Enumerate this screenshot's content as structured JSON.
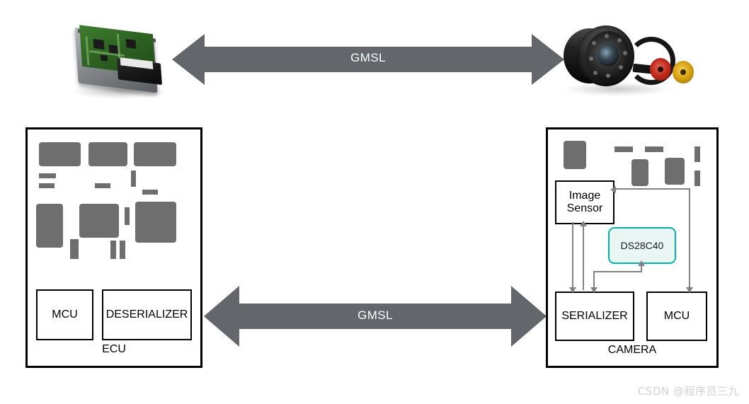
{
  "diagram": {
    "title": "GMSL camera to ECU link block diagram",
    "colors": {
      "arrow_gray": "#63676B",
      "block_gray": "#6E6E6E",
      "wire_gray": "#808285",
      "accent_teal": "#00B3A7",
      "accent_fill": "#E9F6F4",
      "outline_black": "#000000",
      "watermark_gray": "#D2D2D2"
    },
    "links": [
      {
        "id": "top",
        "label": "GMSL",
        "direction": "bidirectional"
      },
      {
        "id": "bottom",
        "label": "GMSL",
        "direction": "bidirectional"
      }
    ],
    "photos": [
      {
        "name": "ecu-module-photo",
        "alt": "Automotive ECU module with green PCB in metal housing"
      },
      {
        "name": "camera-module-photo",
        "alt": "Black cylindrical reverse camera with red and yellow RCA connectors"
      }
    ],
    "ecu": {
      "caption": "ECU",
      "units": [
        {
          "name": "mcu",
          "label": "MCU"
        },
        {
          "name": "deserializer",
          "label": "DESERIALIZER"
        }
      ]
    },
    "camera": {
      "caption": "CAMERA",
      "units": [
        {
          "name": "image-sensor",
          "label_line1": "Image",
          "label_line2": "Sensor"
        },
        {
          "name": "serializer",
          "label": "SERIALIZER"
        },
        {
          "name": "mcu",
          "label": "MCU"
        },
        {
          "name": "ds28c40",
          "label": "DS28C40",
          "highlighted": true
        }
      ]
    },
    "watermark": "CSDN @程序员三九"
  }
}
